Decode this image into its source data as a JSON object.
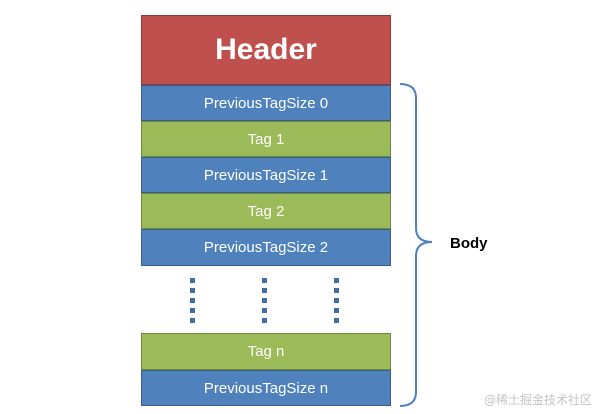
{
  "diagram": {
    "header_label": "Header",
    "rows": [
      {
        "label": "PreviousTagSize 0",
        "kind": "size",
        "color": "#4f81bd"
      },
      {
        "label": "Tag 1",
        "kind": "tag",
        "color": "#9bbb59"
      },
      {
        "label": "PreviousTagSize 1",
        "kind": "size",
        "color": "#4f81bd"
      },
      {
        "label": "Tag 2",
        "kind": "tag",
        "color": "#9bbb59"
      },
      {
        "label": "PreviousTagSize 2",
        "kind": "size",
        "color": "#4f81bd"
      },
      {
        "label": "Tag n",
        "kind": "tag",
        "color": "#9bbb59"
      },
      {
        "label": "PreviousTagSize n",
        "kind": "size",
        "color": "#4f81bd"
      }
    ],
    "body_label": "Body",
    "header_color": "#c0504d"
  },
  "watermark": "@稀土掘金技术社区"
}
